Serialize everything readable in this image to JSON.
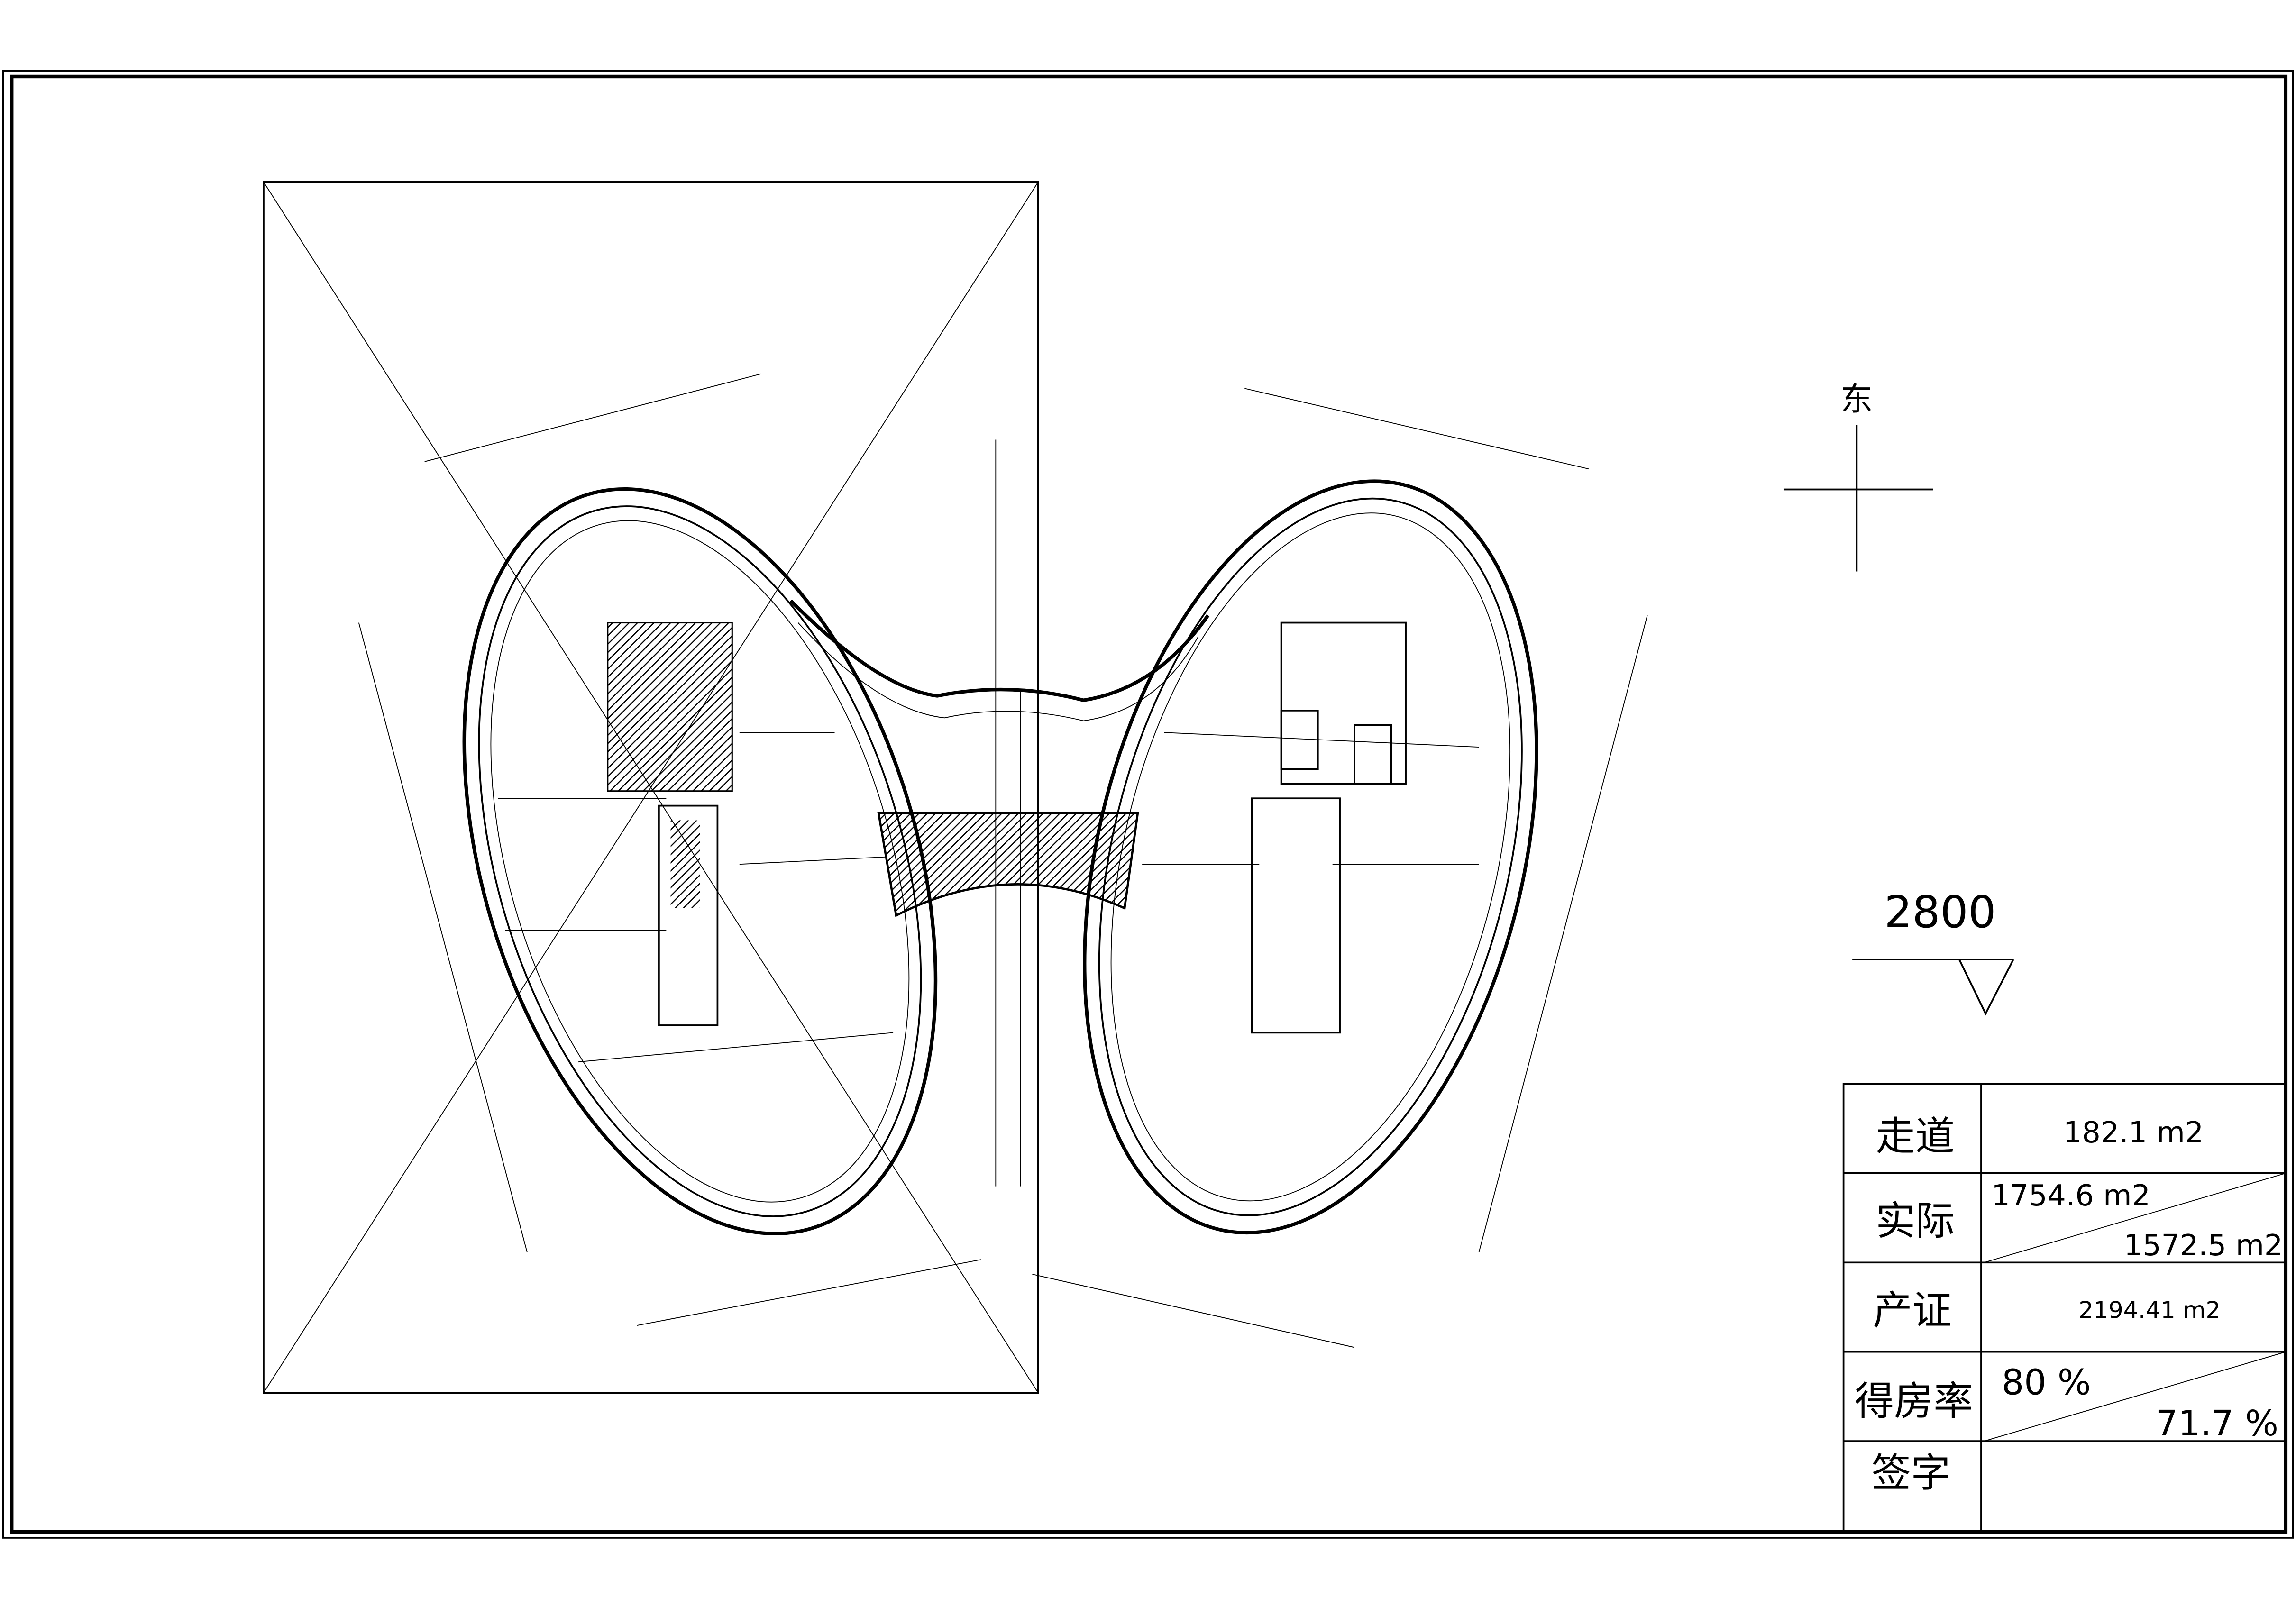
{
  "drawing": {
    "compass_label": "东",
    "level_mark": "2800"
  },
  "area_table": {
    "rows": [
      {
        "label": "走道",
        "value": "182.1 m2"
      },
      {
        "label": "实际",
        "value_upper": "1754.6 m2",
        "value_lower": "1572.5 m2"
      },
      {
        "label": "产证",
        "value": "2194.41 m2"
      },
      {
        "label": "得房率",
        "value_upper": "80 %",
        "value_lower": "71.7 %"
      },
      {
        "label": "签字",
        "value": ""
      }
    ]
  }
}
